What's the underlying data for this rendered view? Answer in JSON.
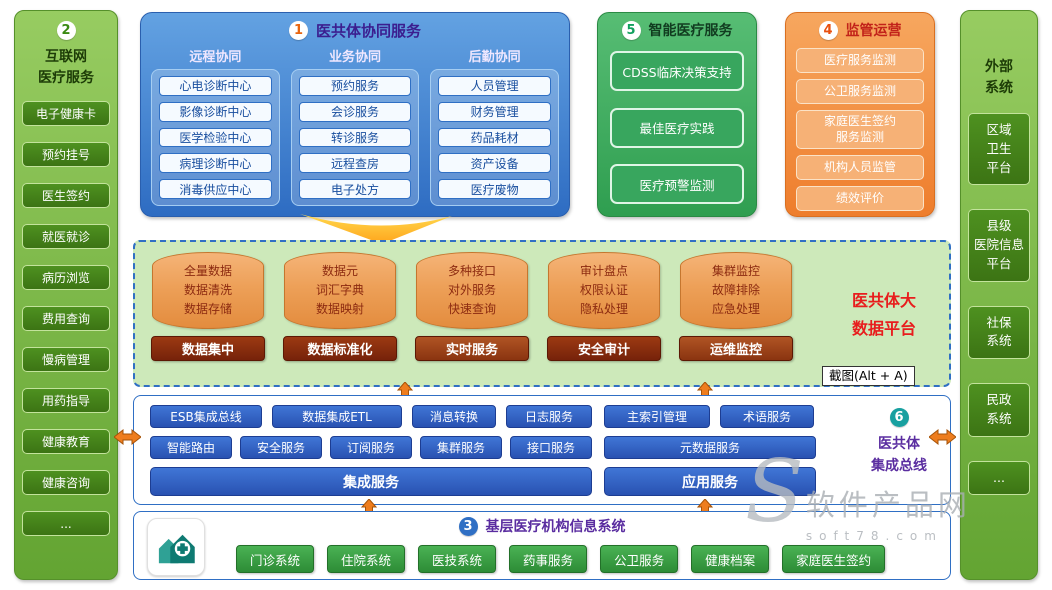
{
  "colors": {
    "panel_green": "#6aa437",
    "panel_blue": "#3d7ecf",
    "panel_light_green": "#3fae62",
    "panel_orange": "#f08a3c",
    "platform_bg": "#cde9ba",
    "platform_label_red": "#8a2c0e",
    "bus_blue": "#2f5cbe",
    "grass_green": "#38a043",
    "arrow_orange": "#ee7d1e",
    "title_purple": "#5a2da0",
    "platform_title_red": "#e81d1d"
  },
  "left_sidebar": {
    "badge": "2",
    "title": "互联网\n医疗服务",
    "items": [
      "电子健康卡",
      "预约挂号",
      "医生签约",
      "就医就诊",
      "病历浏览",
      "费用查询",
      "慢病管理",
      "用药指导",
      "健康教育",
      "健康咨询",
      "..."
    ]
  },
  "collab": {
    "badge": "1",
    "title": "医共体协同服务",
    "columns": [
      {
        "label": "远程协同",
        "items": [
          "心电诊断中心",
          "影像诊断中心",
          "医学检验中心",
          "病理诊断中心",
          "消毒供应中心"
        ]
      },
      {
        "label": "业务协同",
        "items": [
          "预约服务",
          "会诊服务",
          "转诊服务",
          "远程查房",
          "电子处方"
        ]
      },
      {
        "label": "后勤协同",
        "items": [
          "人员管理",
          "财务管理",
          "药品耗材",
          "资产设备",
          "医疗废物"
        ]
      }
    ]
  },
  "smart": {
    "badge": "5",
    "title": "智能医疗服务",
    "items": [
      "CDSS临床决策支持",
      "最佳医疗实践",
      "医疗预警监测"
    ]
  },
  "supervision": {
    "badge": "4",
    "title": "监管运营",
    "items": [
      "医疗服务监测",
      "公卫服务监测",
      "家庭医生签约\n服务监测",
      "机构人员监管",
      "绩效评价"
    ]
  },
  "platform": {
    "title": "医共体大\n数据平台",
    "tooltip": "截图(Alt + A)",
    "groups": [
      {
        "lines": "全量数据\n数据清洗\n数据存储",
        "label": "数据集中"
      },
      {
        "lines": "数据元\n词汇字典\n数据映射",
        "label": "数据标准化"
      },
      {
        "lines": "多种接口\n对外服务\n快速查询",
        "label": "实时服务"
      },
      {
        "lines": "审计盘点\n权限认证\n隐私处理",
        "label": "安全审计"
      },
      {
        "lines": "集群监控\n故障排除\n应急处理",
        "label": "运维监控"
      }
    ]
  },
  "bus": {
    "badge": "6",
    "title": "医共体\n集成总线",
    "row1": [
      "ESB集成总线",
      "数据集成ETL",
      "消息转换",
      "日志服务",
      "主索引管理",
      "术语服务"
    ],
    "row2": [
      "智能路由",
      "安全服务",
      "订阅服务",
      "集群服务",
      "接口服务",
      "元数据服务"
    ],
    "integration_bar": "集成服务",
    "application_bar": "应用服务"
  },
  "grassroots": {
    "badge": "3",
    "title": "基层医疗机构信息系统",
    "items": [
      "门诊系统",
      "住院系统",
      "医技系统",
      "药事服务",
      "公卫服务",
      "健康档案",
      "家庭医生签约"
    ]
  },
  "right_sidebar": {
    "title": "外部\n系统",
    "items": [
      "区域\n卫生\n平台",
      "县级\n医院信息\n平台",
      "社保\n系统",
      "民政\n系统",
      "..."
    ]
  },
  "watermark": {
    "logo": "S",
    "text": "软件产品网",
    "sub": "soft78.com"
  }
}
